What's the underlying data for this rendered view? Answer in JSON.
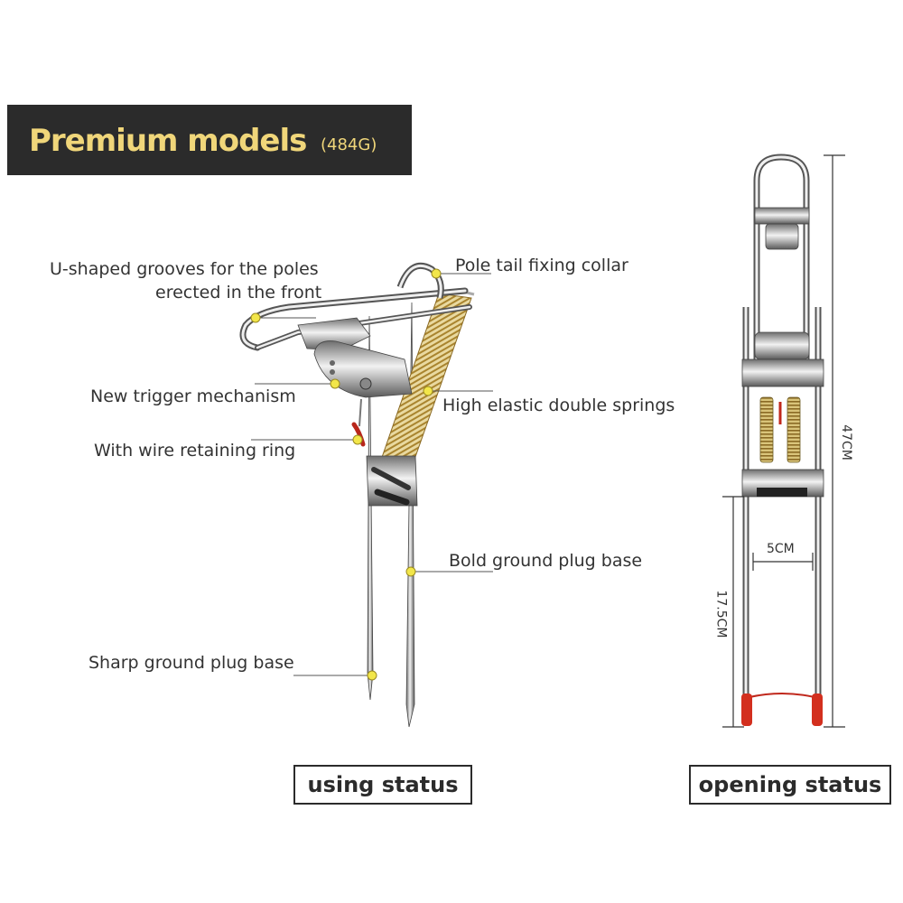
{
  "header": {
    "title": "Premium models",
    "weight": "(484G)",
    "text_color": "#f0d67a",
    "background_color": "#2b2b2b"
  },
  "callouts": {
    "u_grooves_line1": "U-shaped grooves for the poles",
    "u_grooves_line2": "erected in the front",
    "collar": "Pole tail fixing collar",
    "trigger": "New trigger mechanism",
    "springs": "High elastic  double springs",
    "ring": "With wire retaining ring",
    "bold_base": "Bold ground plug base",
    "sharp_base": "Sharp ground plug base"
  },
  "dimensions": {
    "height": "47CM",
    "width": "5CM",
    "leg": "17.5CM"
  },
  "status": {
    "using": "using status",
    "opening": "opening status"
  },
  "colors": {
    "callout_dot": "#f2e64a",
    "spring": "#c9a94a",
    "leg_tip": "#d32f1e"
  }
}
